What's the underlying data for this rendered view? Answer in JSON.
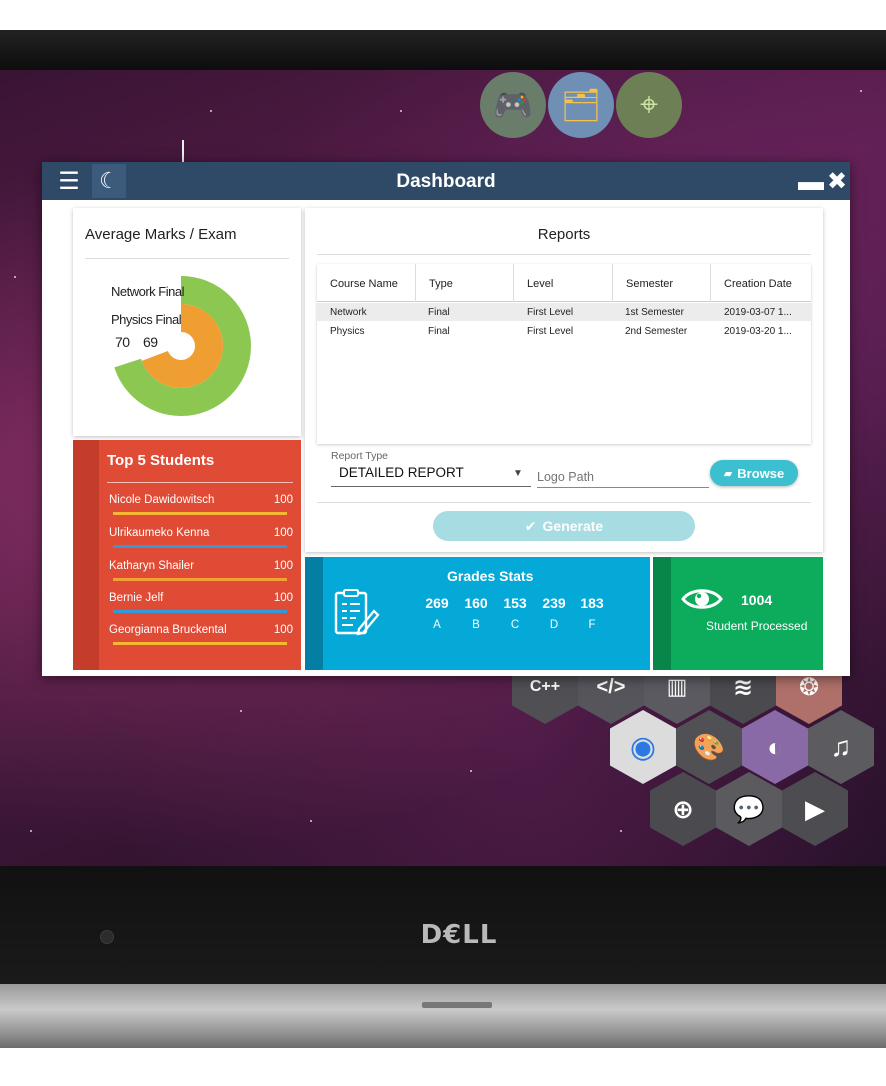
{
  "device": {
    "brand": "D€LL"
  },
  "dock": [
    {
      "name": "games",
      "icon": "🎮"
    },
    {
      "name": "files",
      "icon": "🗂"
    },
    {
      "name": "android-studio",
      "icon": "⌖"
    }
  ],
  "window": {
    "title": "Dashboard",
    "menu_icon": "☰",
    "theme_icon": "☾",
    "minimize_icon": "▬",
    "close_icon": "✖"
  },
  "avg_marks": {
    "title": "Average Marks / Exam",
    "legend": [
      "Network Final",
      "Physics Final"
    ],
    "values_label": [
      "70",
      "69"
    ],
    "chart_data": {
      "type": "pie",
      "series": [
        {
          "name": "Network Final",
          "value": 70,
          "color": "#8bc751"
        },
        {
          "name": "Physics Final",
          "value": 69,
          "color": "#ef9e32"
        }
      ]
    }
  },
  "top_students": {
    "title": "Top 5 Students",
    "items": [
      {
        "name": "Nicole Dawidowitsch",
        "score": "100",
        "bar_color": "#f2b733"
      },
      {
        "name": "Ulrikaumeko Kenna",
        "score": "100",
        "bar_color": "#3498db"
      },
      {
        "name": "Katharyn Shailer",
        "score": "100",
        "bar_color": "#f2a233"
      },
      {
        "name": "Bernie Jelf",
        "score": "100",
        "bar_color": "#3498db"
      },
      {
        "name": "Georgianna Bruckental",
        "score": "100",
        "bar_color": "#f2b733"
      }
    ]
  },
  "reports": {
    "title": "Reports",
    "columns": [
      "Course Name",
      "Type",
      "Level",
      "Semester",
      "Creation Date"
    ],
    "rows": [
      [
        "Network",
        "Final",
        "First Level",
        "1st Semester",
        "2019-03-07 1..."
      ],
      [
        "Physics",
        "Final",
        "First Level",
        "2nd Semester",
        "2019-03-20 1..."
      ]
    ],
    "report_type_label": "Report Type",
    "report_type_value": "DETAILED REPORT",
    "logo_placeholder": "Logo Path",
    "browse_label": "Browse",
    "generate_label": "Generate"
  },
  "grades": {
    "title": "Grades Stats",
    "counts": [
      "269",
      "160",
      "153",
      "239",
      "183"
    ],
    "letters": [
      "A",
      "B",
      "C",
      "D",
      "F"
    ]
  },
  "processed": {
    "count": "1004",
    "label": "Student Processed"
  },
  "colors": {
    "titlebar": "#2f4a67",
    "top_students": "#e04b35",
    "grades": "#05a9d7",
    "processed": "#0dab5c",
    "browse": "#3cc0cf"
  }
}
